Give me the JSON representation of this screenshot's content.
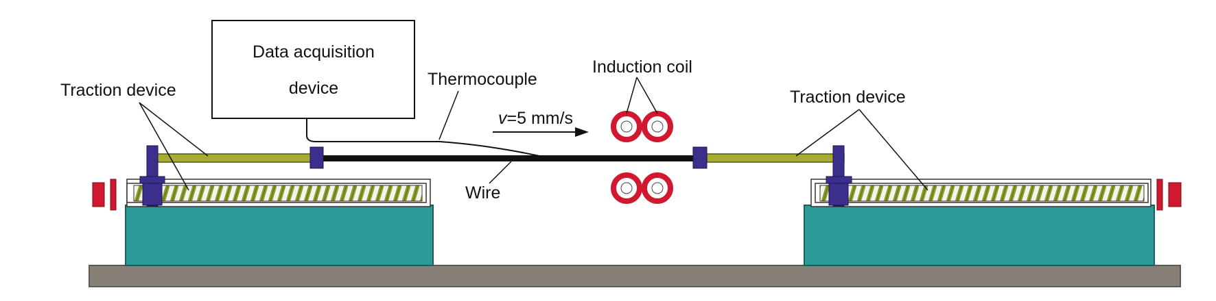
{
  "labels": {
    "data_acquisition_line1": "Data acquisition",
    "data_acquisition_line2": "device",
    "thermocouple": "Thermocouple",
    "induction_coil": "Induction coil",
    "traction_device_left": "Traction device",
    "traction_device_right": "Traction device",
    "velocity_symbol": "v",
    "velocity_value": "=5 mm/s",
    "wire": "Wire"
  },
  "colors": {
    "base_plate": "#878078",
    "platform": "#2e9b99",
    "rod": "#a6ad32",
    "clamp": "#3a2f8c",
    "coil": "#d0182f",
    "end_stop": "#d0182f",
    "wire": "#111111",
    "screw_thread": "#8b9a2a"
  }
}
